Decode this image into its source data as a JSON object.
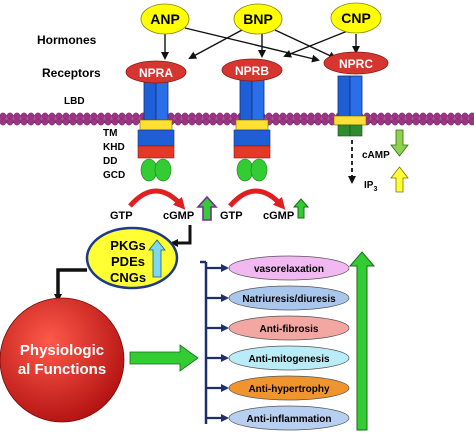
{
  "row_labels": {
    "hormones": "Hormones",
    "receptors": "Receptors",
    "lbd": "LBD",
    "tm": "TM",
    "khd": "KHD",
    "dd": "DD",
    "gcd": "GCD"
  },
  "hormones": {
    "anp": "ANP",
    "bnp": "BNP",
    "cnp": "CNP"
  },
  "receptors": {
    "npra": "NPRA",
    "nprb": "NPRB",
    "nprc": "NPRC"
  },
  "reactions": {
    "npra_gtp": "GTP",
    "npra_cgmp": "cGMP",
    "nprb_gtp": "GTP",
    "nprb_cgmp": "cGMP"
  },
  "nprc_effects": {
    "camp": "cAMP",
    "ip3_main": "IP",
    "ip3_sub": "3"
  },
  "effectors": {
    "line1": "PKGs",
    "line2": "PDEs",
    "line3": "CNGs"
  },
  "physiologic": {
    "line1": "Physiologic",
    "line2": "al Functions"
  },
  "functions": [
    {
      "label": "vasorelaxation",
      "fill": "#f1b8f1"
    },
    {
      "label": "Natriuresis/diuresis",
      "fill": "#a9c7ec"
    },
    {
      "label": "Anti-fibrosis",
      "fill": "#f2a7a3"
    },
    {
      "label": "Anti-mitogenesis",
      "fill": "#b9ecf6"
    },
    {
      "label": "Anti-hypertrophy",
      "fill": "#f0942d"
    },
    {
      "label": "Anti-inflammation",
      "fill": "#b7cff0"
    }
  ],
  "colors": {
    "hormone": "#ffff00",
    "receptor_head": "#d6362f",
    "domain_blue": "#1f5fd6",
    "tm_yellow": "#ffe033",
    "dd_red": "#e23a2a",
    "gcd_green": "#33cc33",
    "membrane": "#b03a8f",
    "physiologic": "#cc2020",
    "arrow_green": "#33cc33",
    "arrow_navy": "#1e2e6e"
  }
}
